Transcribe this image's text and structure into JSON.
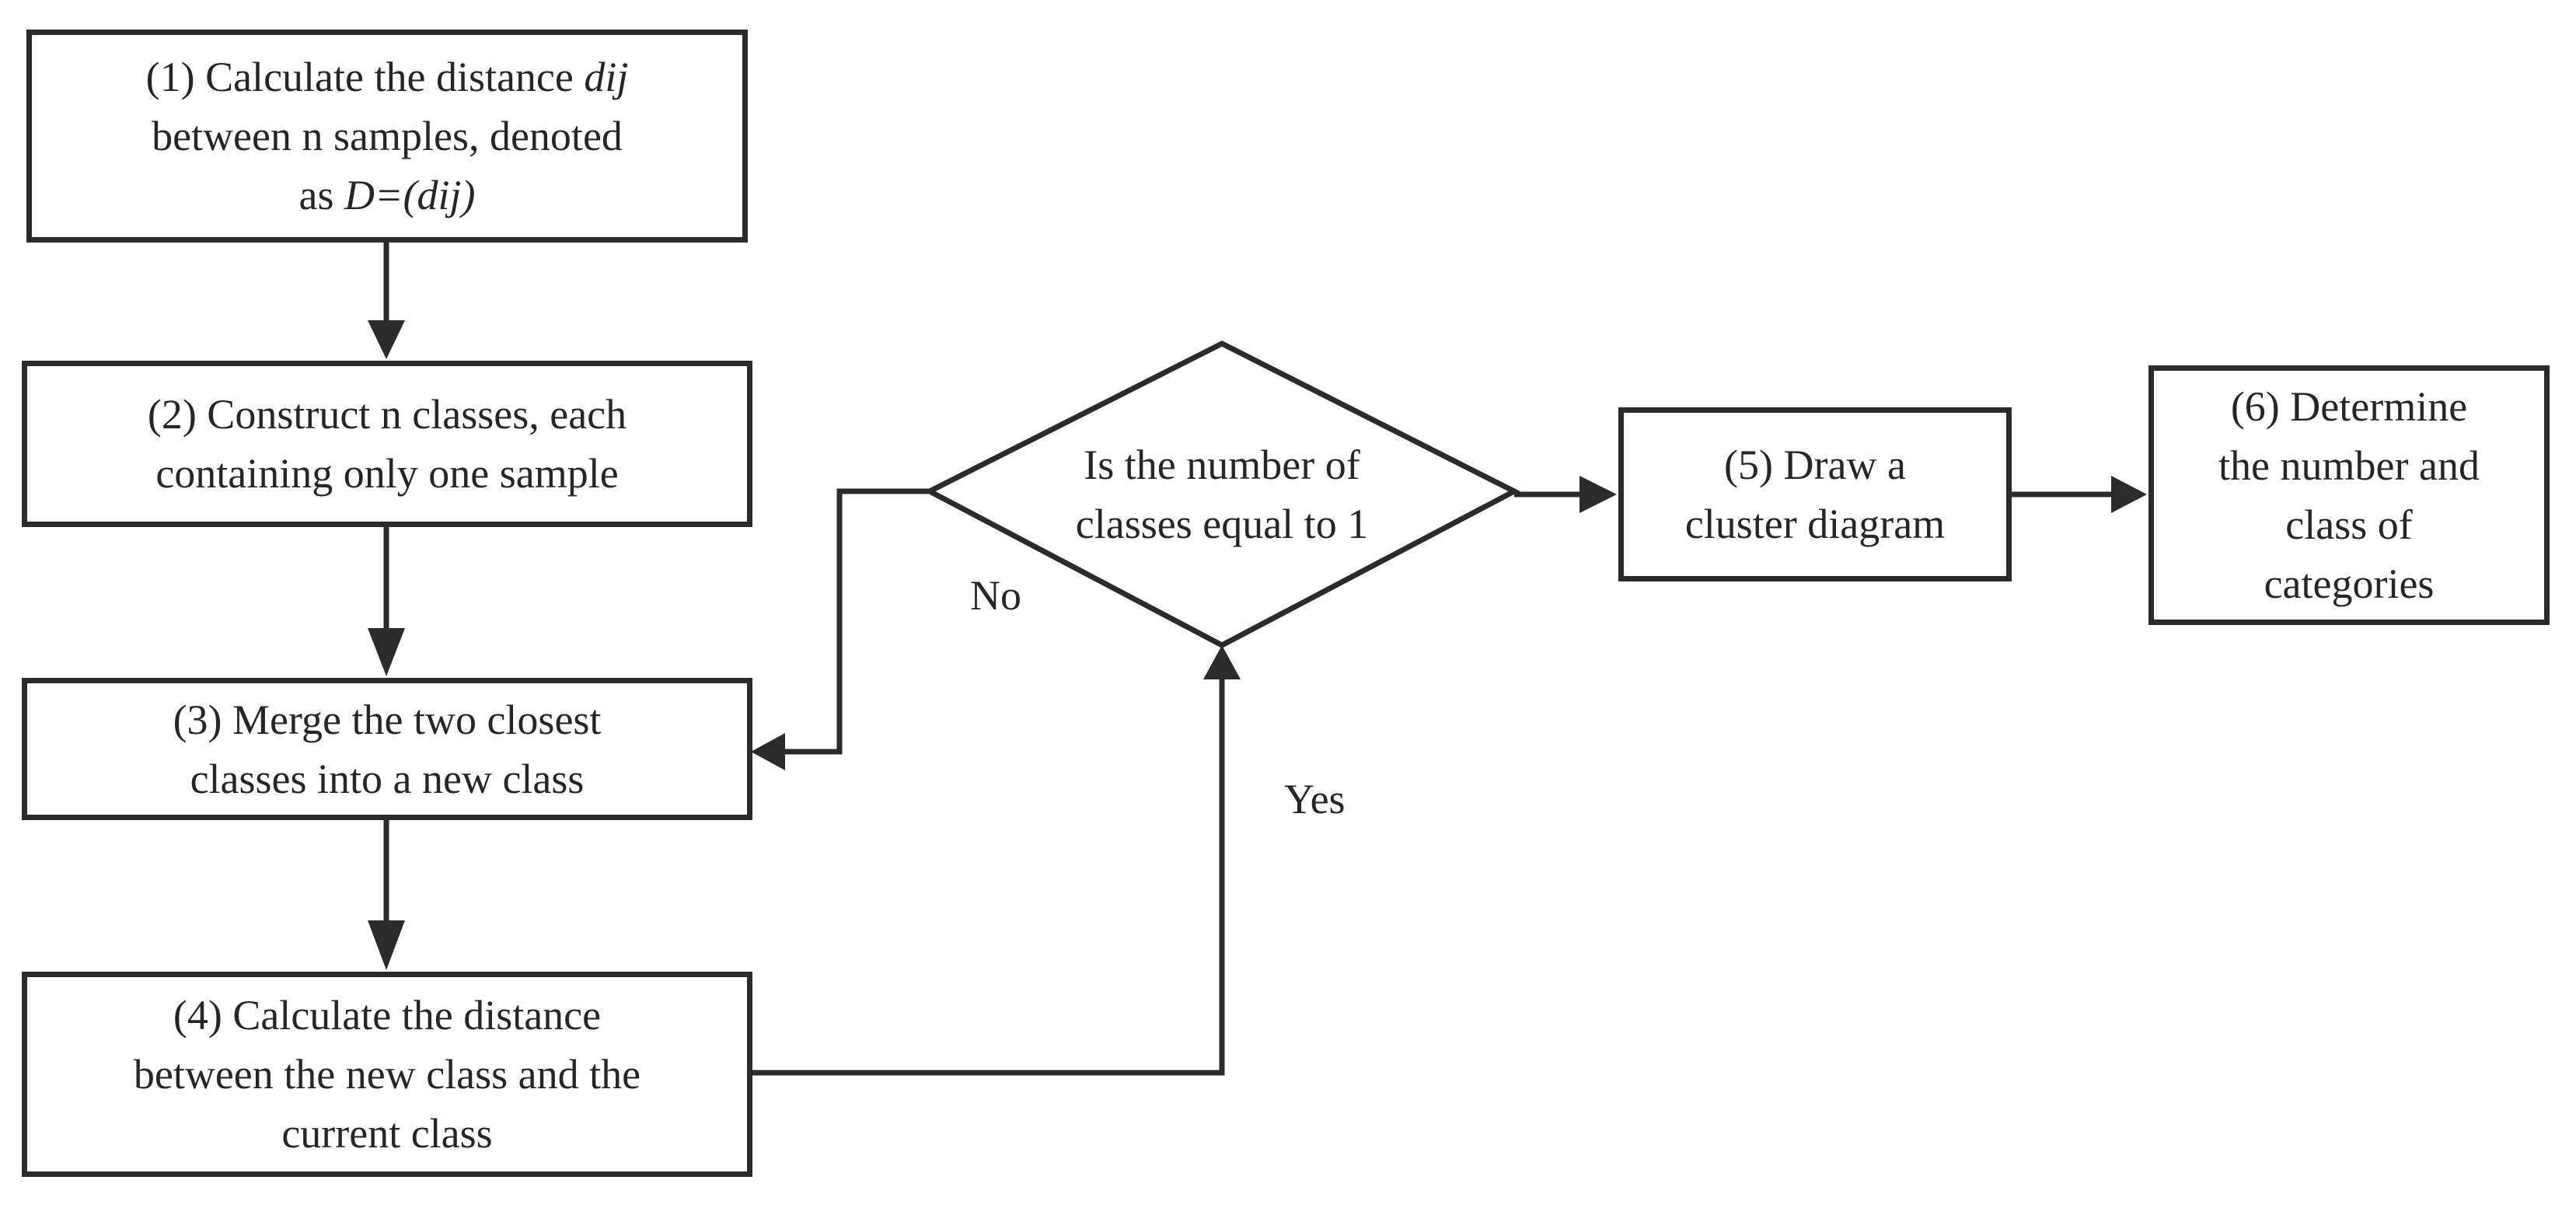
{
  "steps": {
    "s1": {
      "line1_text": "(1) Calculate the distance ",
      "line1_var": "dij",
      "line2": "between n samples, denoted",
      "line3_text": "as ",
      "line3_var": "D=(dij)"
    },
    "s2": {
      "line1": "(2) Construct n classes, each",
      "line2": "containing only one sample"
    },
    "s3": {
      "line1": "(3) Merge the two closest",
      "line2": "classes into a new class"
    },
    "s4": {
      "line1": "(4) Calculate the distance",
      "line2": "between the new class and the",
      "line3": "current class"
    },
    "decision": {
      "line1": "Is the number of",
      "line2": "classes equal to 1"
    },
    "s5": {
      "line1": "(5) Draw a",
      "line2": "cluster diagram"
    },
    "s6": {
      "line1": "(6) Determine",
      "line2": "the number and",
      "line3": "class of",
      "line4": "categories"
    }
  },
  "edge_labels": {
    "no": "No",
    "yes": "Yes"
  },
  "colors": {
    "stroke": "#2b2b2b",
    "text": "#262626",
    "background": "#ffffff"
  }
}
